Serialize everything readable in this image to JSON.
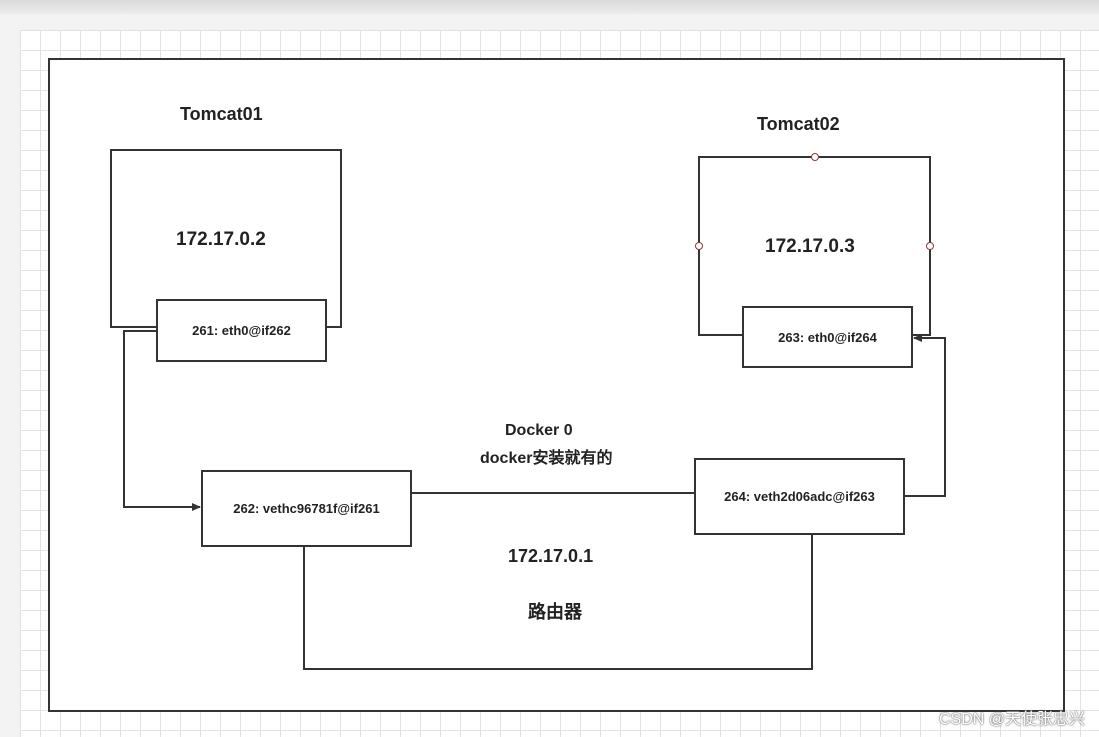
{
  "nodes": {
    "tomcat01": {
      "title": "Tomcat01",
      "ip": "172.17.0.2",
      "iface": "261: eth0@if262"
    },
    "tomcat02": {
      "title": "Tomcat02",
      "ip": "172.17.0.3",
      "iface": "263: eth0@if264"
    }
  },
  "bridge": {
    "name": "Docker 0",
    "note": "docker安装就有的",
    "ip": "172.17.0.1",
    "role": "路由器",
    "veth_left": "262: vethc96781f@if261",
    "veth_right": "264: veth2d06adc@if263"
  },
  "watermark": "CSDN @天使张忠兴"
}
